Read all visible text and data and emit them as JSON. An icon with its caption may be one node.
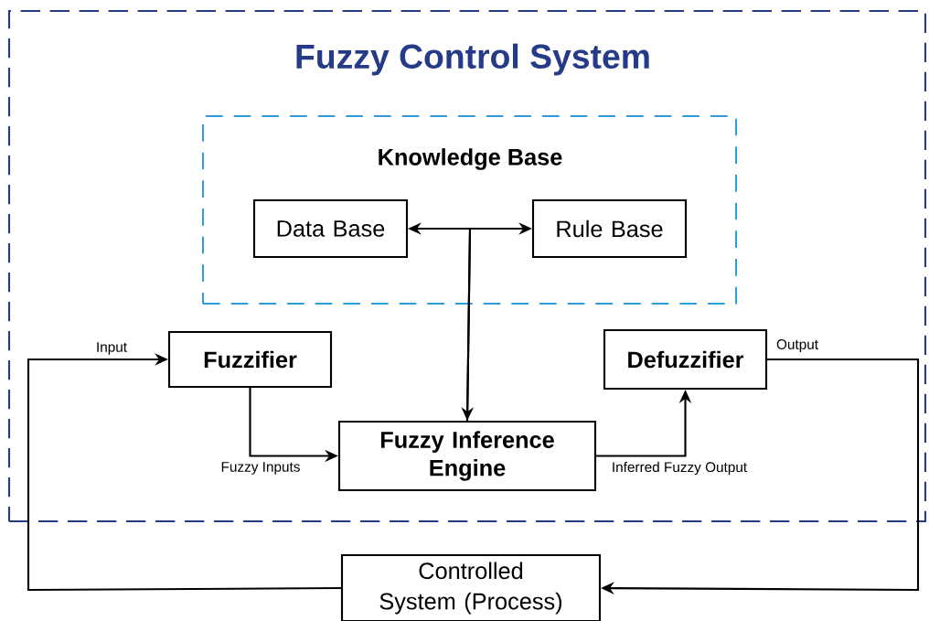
{
  "diagram": {
    "nodes": [
      {
        "text": [
          "Fuzzy Control System"
        ]
      },
      {
        "text": [
          "Knowledge Base"
        ],
        "in": 0
      },
      {
        "text": [
          "Data Base"
        ],
        "in": 1
      },
      {
        "text": [
          "Rule Base"
        ],
        "in": 1
      },
      {
        "text": [
          "Fuzzifier"
        ],
        "in": 0
      },
      {
        "text": [
          "Fuzzy Inference Engine"
        ],
        "in": 0
      },
      {
        "text": [
          "Defuzzifier"
        ],
        "in": 0
      },
      {
        "text": [
          "Controlled System (Process)"
        ]
      }
    ],
    "edges": [
      {
        "from": 5,
        "to": 2,
        "arrow": "both"
      },
      {
        "from": 5,
        "to": 3,
        "arrow": "to"
      },
      {
        "from": 7,
        "to": 4,
        "arrow": "to",
        "label": "Input"
      },
      {
        "from": 4,
        "to": 5,
        "arrow": "to",
        "label": "Fuzzy Inputs"
      },
      {
        "from": 5,
        "to": 6,
        "arrow": "to",
        "label": "Inferred Fuzzy Output"
      },
      {
        "from": 6,
        "to": 7,
        "arrow": "to",
        "label": "Output"
      }
    ]
  }
}
